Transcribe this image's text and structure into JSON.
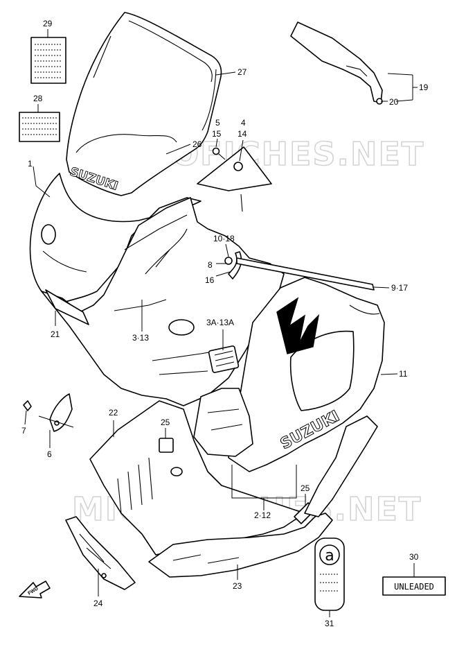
{
  "watermark": "MICROFICHES.NET",
  "brand_upper": "SUZUKI",
  "brand_side": "SUZUKI",
  "sticker_text": "UNLEADED",
  "decal_letter": "a",
  "fwd_label": "FWD",
  "callouts": {
    "c29": "29",
    "c28": "28",
    "c27": "27",
    "c26": "26",
    "c1": "1",
    "c5": "5",
    "c15": "15",
    "c4": "4",
    "c14": "14",
    "c19": "19",
    "c20": "20",
    "c10_18": "10·18",
    "c8": "8",
    "c16": "16",
    "c9_17": "9·17",
    "c3_13": "3·13",
    "c3a_13a": "3A·13A",
    "c21": "21",
    "c11": "11",
    "c7": "7",
    "c6": "6",
    "c22": "22",
    "c25a": "25",
    "c25b": "25",
    "c2_12": "2·12",
    "c24": "24",
    "c23": "23",
    "c30": "30",
    "c31": "31"
  }
}
